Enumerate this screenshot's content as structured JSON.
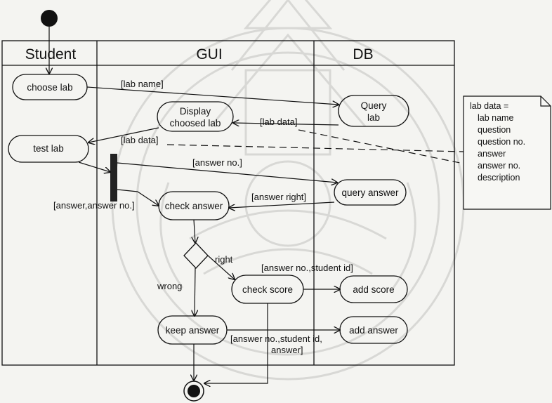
{
  "lanes": {
    "student": "Student",
    "gui": "GUI",
    "db": "DB"
  },
  "activities": {
    "choose_lab": "choose lab",
    "display_1": "Display",
    "display_2": "choosed lab",
    "query_lab_1": "Query",
    "query_lab_2": "lab",
    "test_lab": "test lab",
    "query_answer": "query answer",
    "check_answer": "check answer",
    "check_score": "check score",
    "add_score": "add score",
    "keep_answer": "keep answer",
    "add_answer": "add answer"
  },
  "flows": {
    "lab_name": "[lab name]",
    "lab_data_1": "[lab data]",
    "lab_data_2": "[lab data]",
    "answer_no": "[answer no.]",
    "answer_right": "[answer right]",
    "answer_answer_no": "[answer,answer no.]",
    "right": "right",
    "wrong": "wrong",
    "answer_no_student_id": "[answer no.,student id]",
    "answer_no_student_id_answer_1": "[answer no.,student id,",
    "answer_no_student_id_answer_2": "answer]"
  },
  "note": {
    "lines": [
      "lab data =",
      "lab name",
      "question",
      "question no.",
      "answer",
      "answer no.",
      "description"
    ]
  },
  "colors": {
    "ink": "#111111",
    "background": "#f4f4f1",
    "watermark": "#8a8a8a"
  }
}
